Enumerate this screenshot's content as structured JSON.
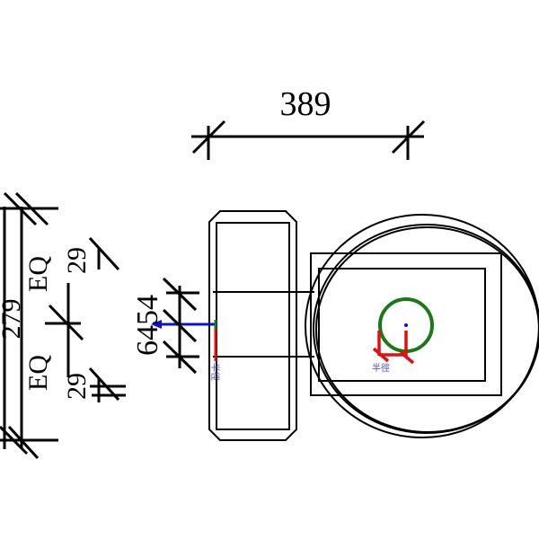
{
  "drawing": {
    "top_dimension": "389",
    "left_dimension": "6454",
    "side_dim_upper": "29",
    "side_dim_lower": "29",
    "eq_label_1": "EQ",
    "eq_label_2": "EQ",
    "side_total": "279",
    "radius_label_left": "半徑",
    "radius_label_right": "半徑"
  },
  "colors": {
    "line": "#000000",
    "circle": "#1a7a1a",
    "marker": "#e01010",
    "arrow": "#1010c0"
  }
}
